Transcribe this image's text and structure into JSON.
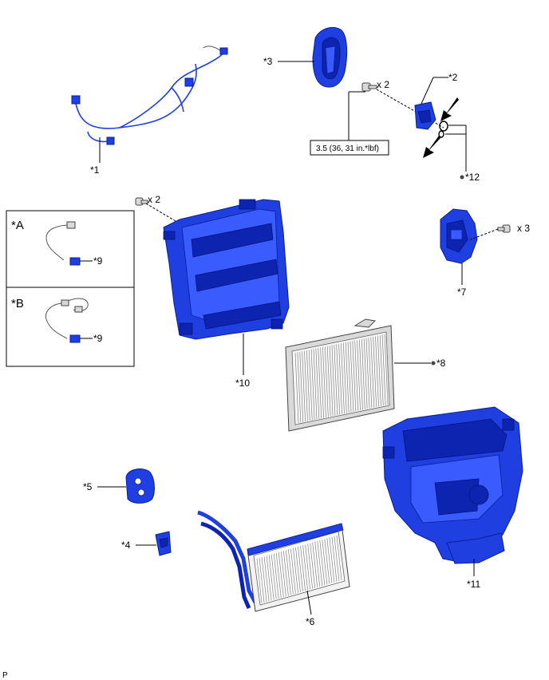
{
  "parts": {
    "p1": "*1",
    "p2": "*2",
    "p3": "*3",
    "p4": "*4",
    "p5": "*5",
    "p6": "*6",
    "p7": "*7",
    "p8": "*8",
    "p9a": "*9",
    "p9b": "*9",
    "p10": "*10",
    "p11": "*11",
    "p12": "*12"
  },
  "quantities": {
    "screw_p2": "x 2",
    "screw_p10": "x 2",
    "screw_p7": "x 3"
  },
  "torque": "3.5 (36, 31 in.*lbf)",
  "inset": {
    "a": "*A",
    "b": "*B"
  },
  "footer": "P",
  "colors": {
    "part_blue": "#1f3fe0",
    "outline": "#000000"
  }
}
